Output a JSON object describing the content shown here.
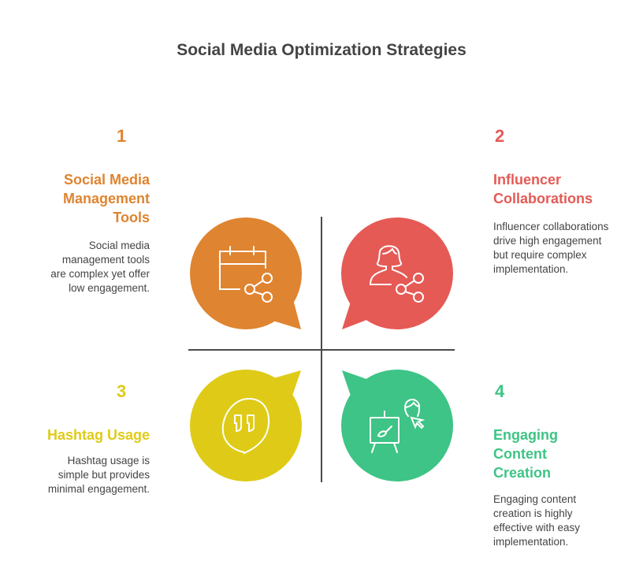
{
  "title": "Social Media Optimization Strategies",
  "colors": {
    "orange": "#DF8430",
    "red": "#E55A55",
    "yellow": "#DFCB17",
    "green": "#3EC486",
    "axis": "#4a4a4a"
  },
  "quadrants": [
    {
      "number": "1",
      "heading": "Social Media Management Tools",
      "description": "Social media management tools are complex yet offer low engagement.",
      "icon": "calendar-share-icon"
    },
    {
      "number": "2",
      "heading": "Influencer Collaborations",
      "description": "Influencer collaborations drive high engagement but require complex implementation.",
      "icon": "person-share-icon"
    },
    {
      "number": "3",
      "heading": "Hashtag Usage",
      "description": "Hashtag usage is simple but provides minimal engagement.",
      "icon": "quote-bubble-icon"
    },
    {
      "number": "4",
      "heading": "Engaging Content Creation",
      "description": "Engaging content creation is highly effective with easy implementation.",
      "icon": "easel-cursor-icon"
    }
  ]
}
